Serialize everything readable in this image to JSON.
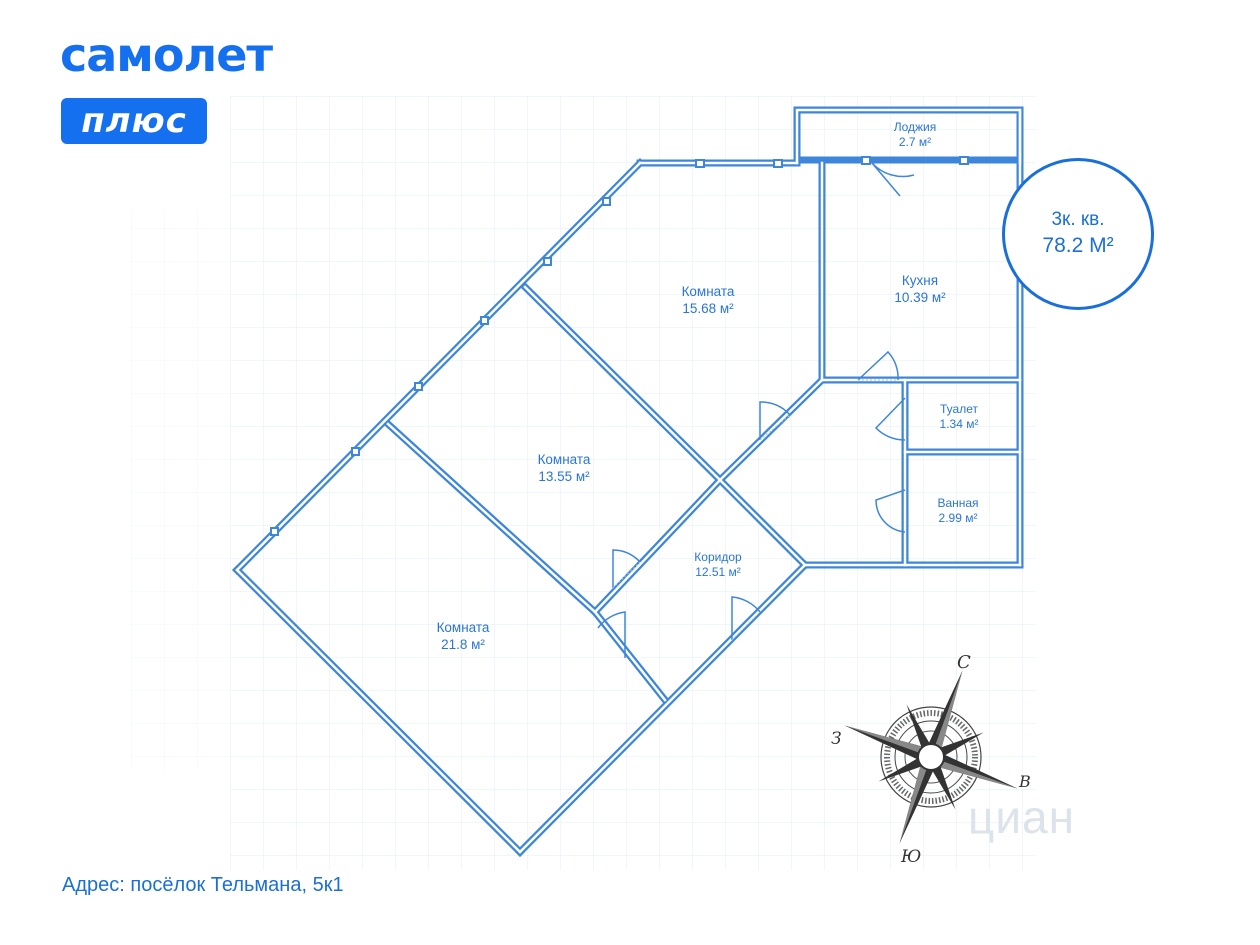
{
  "brand": {
    "wordmark": "самолет",
    "badge": "плюс",
    "color": "#1570ef"
  },
  "apartment": {
    "type": "3к. кв.",
    "area": "78.2 М²"
  },
  "rooms": [
    {
      "id": "loggia",
      "name": "Лоджия",
      "area": "2.7 м²"
    },
    {
      "id": "kitchen",
      "name": "Кухня",
      "area": "10.39 м²"
    },
    {
      "id": "room1",
      "name": "Комната",
      "area": "15.68 м²"
    },
    {
      "id": "room2",
      "name": "Комната",
      "area": "13.55 м²"
    },
    {
      "id": "room3",
      "name": "Комната",
      "area": "21.8 м²"
    },
    {
      "id": "corridor",
      "name": "Коридор",
      "area": "12.51 м²"
    },
    {
      "id": "toilet",
      "name": "Туалет",
      "area": "1.34 м²"
    },
    {
      "id": "bathroom",
      "name": "Ванная",
      "area": "2.99 м²"
    }
  ],
  "compass": {
    "north": "С",
    "east": "В",
    "south": "Ю",
    "west": "З",
    "icon": "compass-rose-icon"
  },
  "address": "Адрес: посёлок Тельмана, 5к1",
  "watermark": "циан",
  "colors": {
    "wall": "#3d86d9",
    "grid": "#dbe8f8",
    "text": "#1a6fd8"
  }
}
